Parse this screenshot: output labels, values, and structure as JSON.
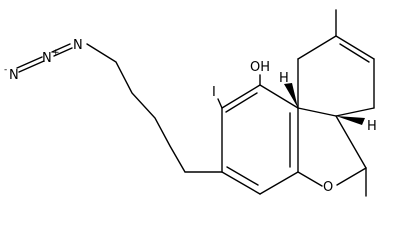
{
  "molecule": {
    "atoms": {
      "azide_n_terminal": "N",
      "azide_n_terminal_charge": "-",
      "azide_n_central": "N",
      "azide_n_central_charge": "+",
      "azide_n_attached": "N",
      "hydroxyl": "OH",
      "iodine": "I",
      "ring_oxygen": "O",
      "stereo_h_top": "H",
      "stereo_h_bottom": "H"
    }
  }
}
